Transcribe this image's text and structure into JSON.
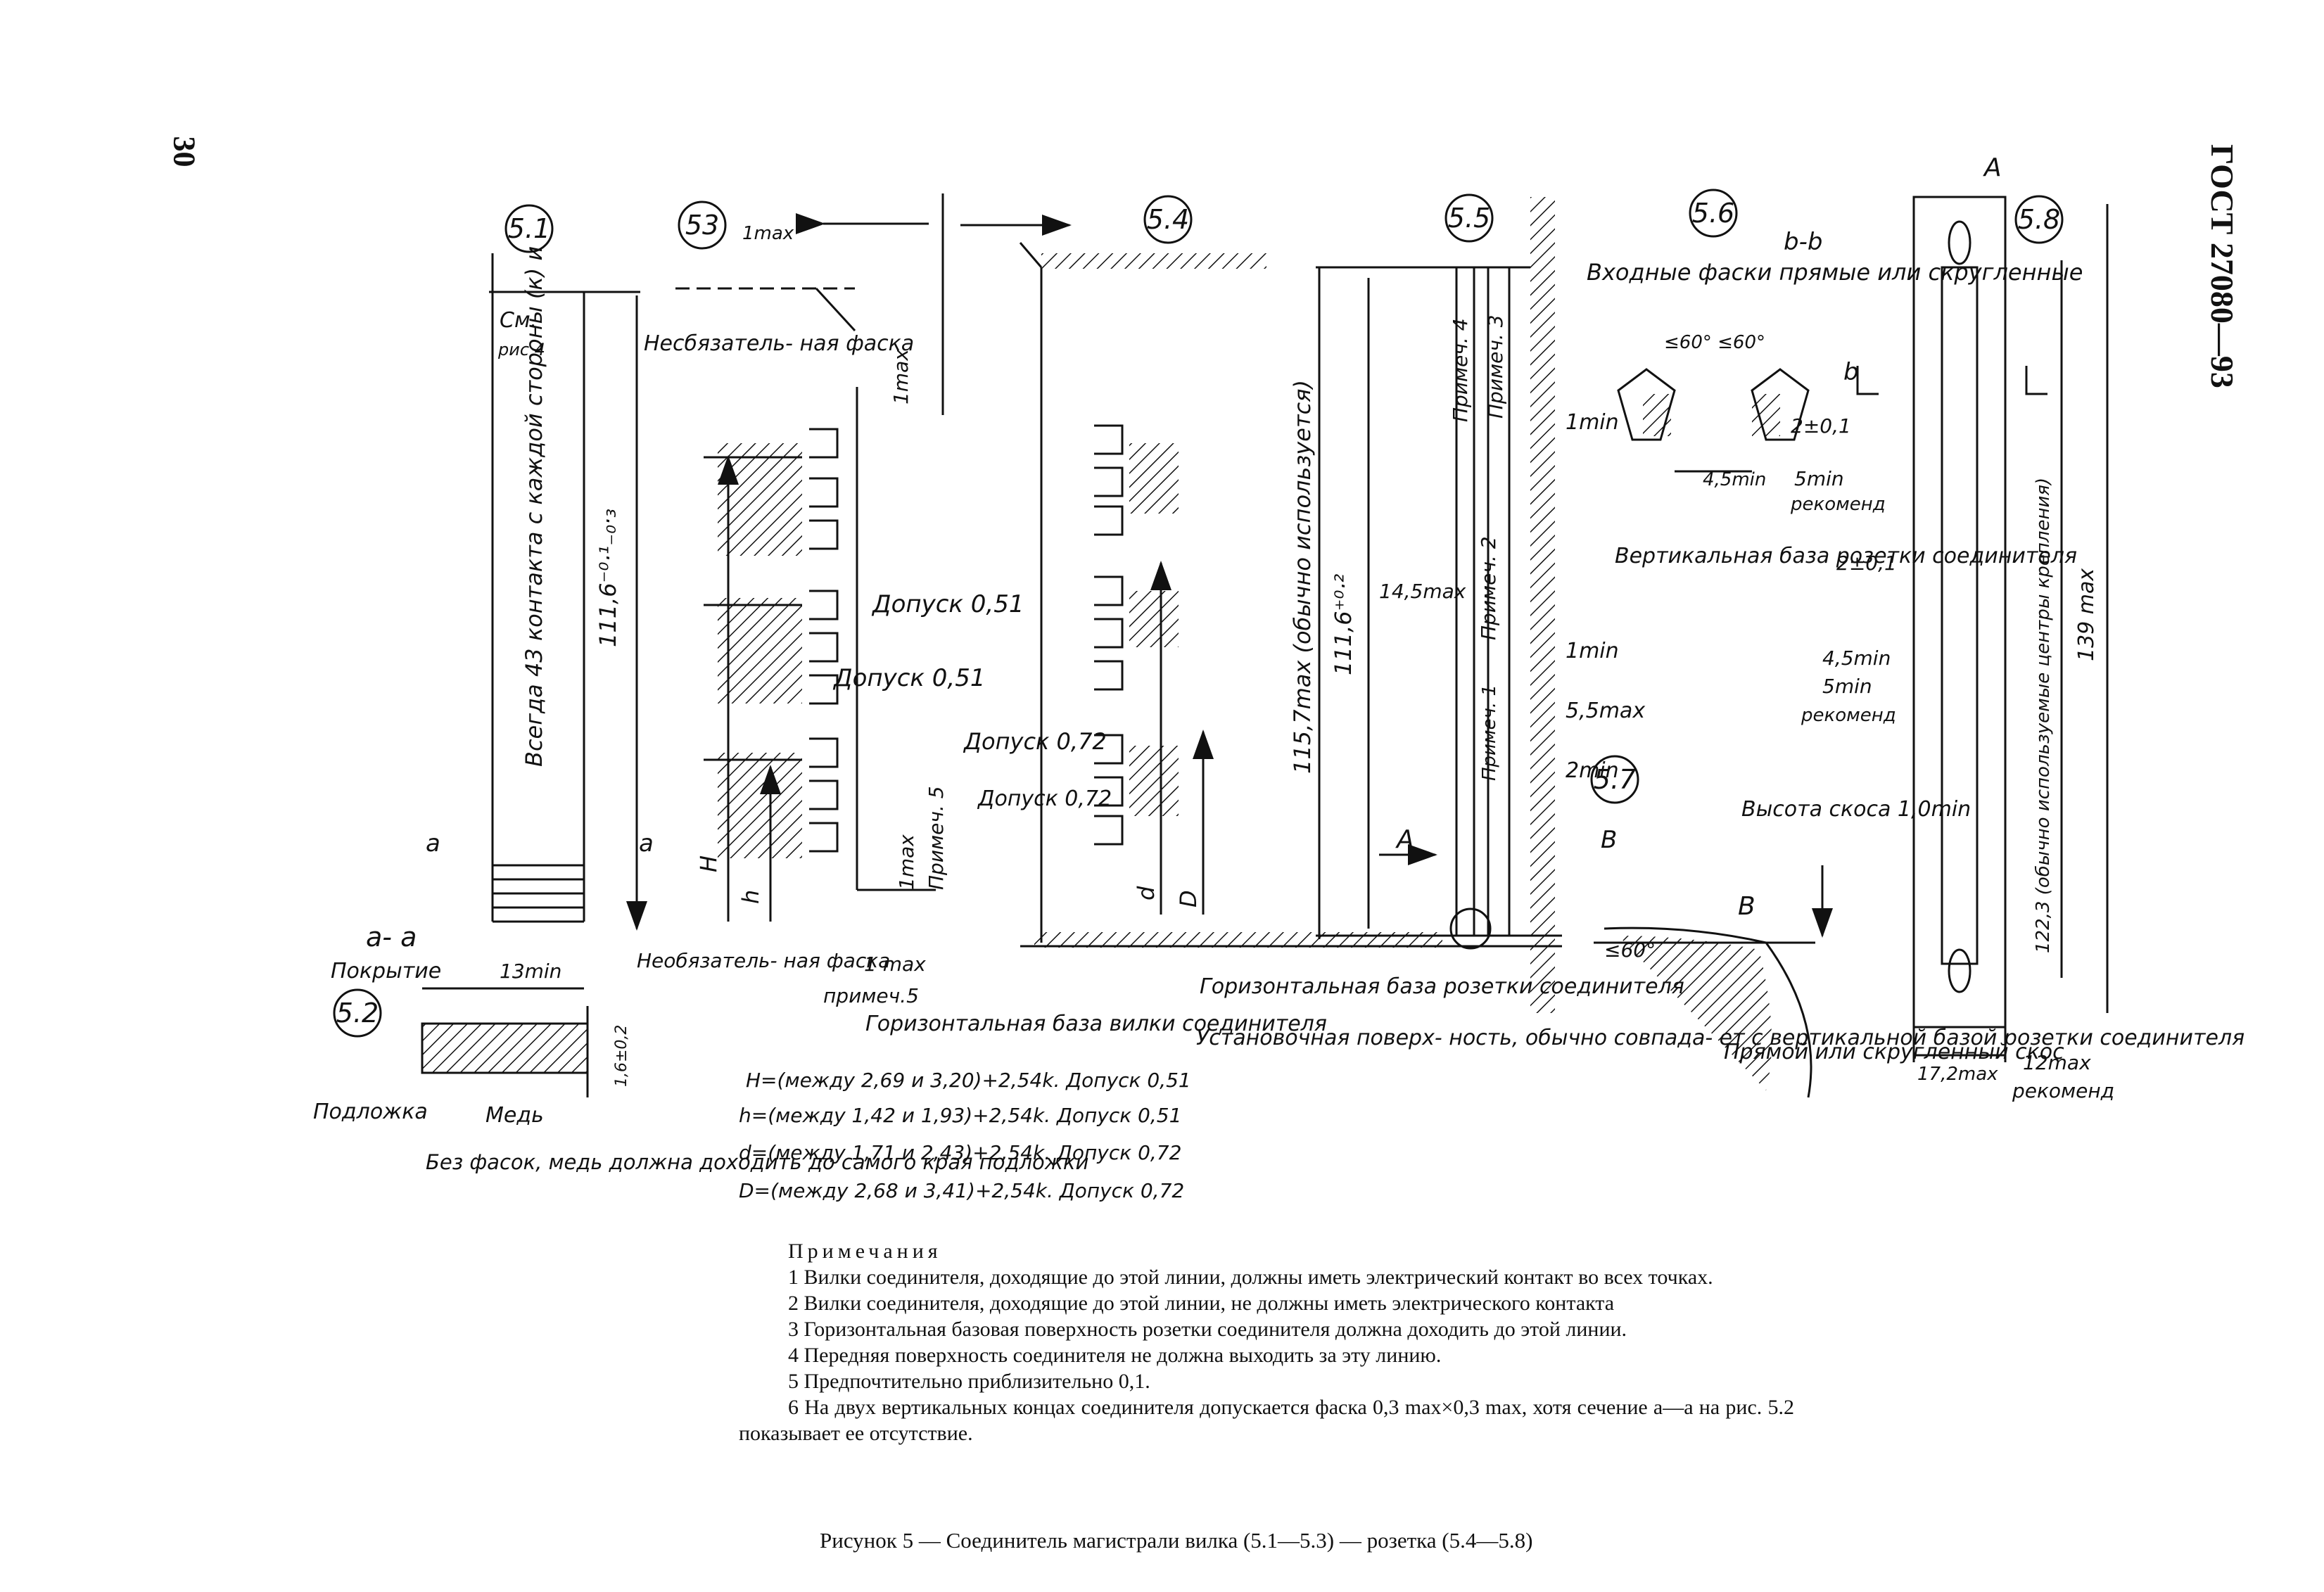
{
  "page_number": "30",
  "doc_code": "ГОСТ 27080—93",
  "figure": {
    "section_labels": [
      "5.1",
      "53",
      "5.4",
      "5.5",
      "5.6",
      "5.7",
      "5.8",
      "5.2"
    ],
    "annotations": {
      "sm": "См.",
      "ris": "рис 4",
      "optional_chamfer": "Несбязатель- ная фаска",
      "optional_chamfer2": "Необязатель- ная фаска",
      "max1": "1max",
      "max1b": "1max",
      "max1c": "1 max",
      "max1d": "1max",
      "always43": "Всегда 43 контакта с каждой стороны (к) и",
      "dim111": "111,6⁻⁰·¹₋₀·₃",
      "dopusk051a": "Допуск 0,51",
      "dopusk051b": "Допуск 0,51",
      "dopusk072a": "Допуск 0,72",
      "dopusk072b": "Допуск 0,72",
      "primech5": "Примеч. 5",
      "primech5b": "примеч.5",
      "hor_base_plug": "Горизонтальная база вилки соединителя",
      "a_mark": "a",
      "a_mark2": "a",
      "section_aa": "a- a",
      "pokrytie": "Покрытие",
      "min13": "13min",
      "dim16": "1,6±0,2",
      "podlozhka": "Подложка",
      "med": "Медь",
      "no_chamfer": "Без фасок, медь должна доходить до самого края подложки",
      "formula_H": "H=(между 2,69 и 3,20)+2,54k. Допуск 0,51",
      "formula_h": "h=(между 1,42 и 1,93)+2,54k. Допуск 0,51",
      "formula_d": "d=(между 1,71 и 2,43)+2,54k. Допуск 0,72",
      "formula_D": "D=(между 2,68 и 3,41)+2,54k. Допуск 0,72",
      "H": "H",
      "h": "h",
      "d": "d",
      "D": "D",
      "dim1157": "115,7max (обычно используется)",
      "dim1116": "111,6⁺⁰·²",
      "primech4": "Примеч. 4",
      "primech3": "Примеч. 3",
      "primech2": "Примеч. 2",
      "primech1": "Примеч. 1",
      "min1a": "1min",
      "min1b": "1min",
      "max145": "14,5max",
      "max55": "5,5max",
      "min2": "2min",
      "vert_base": "Вертикальная база розетки соединителя",
      "A_arrow": "A",
      "B_mark": "B",
      "hor_base_socket": "Горизонтальная база розетки соединителя",
      "mount_surface": "Установочная поверх- ность, обычно совпада- ет с вертикальной базой розетки соединителя",
      "bb": "b-b",
      "entry_chamfers": "Входные фаски прямые или скругленные",
      "angles60": "≤60° ≤60°",
      "b_mark": "b",
      "dim2a": "2±0,1",
      "min45a": "4,5min",
      "min5a": "5min",
      "rekomend_a": "рекоменд",
      "height_bevel": "Высота скоса 1,0min",
      "B_view": "B",
      "angle60b": "≤60°",
      "straight_bevel": "Прямой или скругленный скос",
      "A_top": "A",
      "dim2b": "2±0,1",
      "min45b": "4,5min",
      "min5b": "5min",
      "rekomend_b": "рекоменд",
      "dim1223": "122,3 (обычно используемые центры крепления)",
      "dim139": "139 max",
      "max172": "17,2max",
      "max12": "12max",
      "rekomend_c": "рекоменд"
    }
  },
  "notes": {
    "heading": "Примечания",
    "items": [
      "1 Вилки соединителя, доходящие до этой линии, должны иметь электрический контакт во всех точках.",
      "2 Вилки соединителя, доходящие до этой линии, не должны иметь электрического контакта",
      "3 Горизонтальная базовая поверхность розетки соединителя должна доходить до этой линии.",
      "4 Передняя поверхность соединителя не должна выходить за эту линию.",
      "5 Предпочтительно приблизительно 0,1.",
      "6 На двух вертикальных концах соединителя допускается фаска 0,3 max×0,3 max, хотя сечение a—a на рис. 5.2 показывает ее отсутствие."
    ]
  },
  "caption": "Рисунок 5 — Соединитель магистрали вилка (5.1—5.3) — розетка (5.4—5.8)"
}
